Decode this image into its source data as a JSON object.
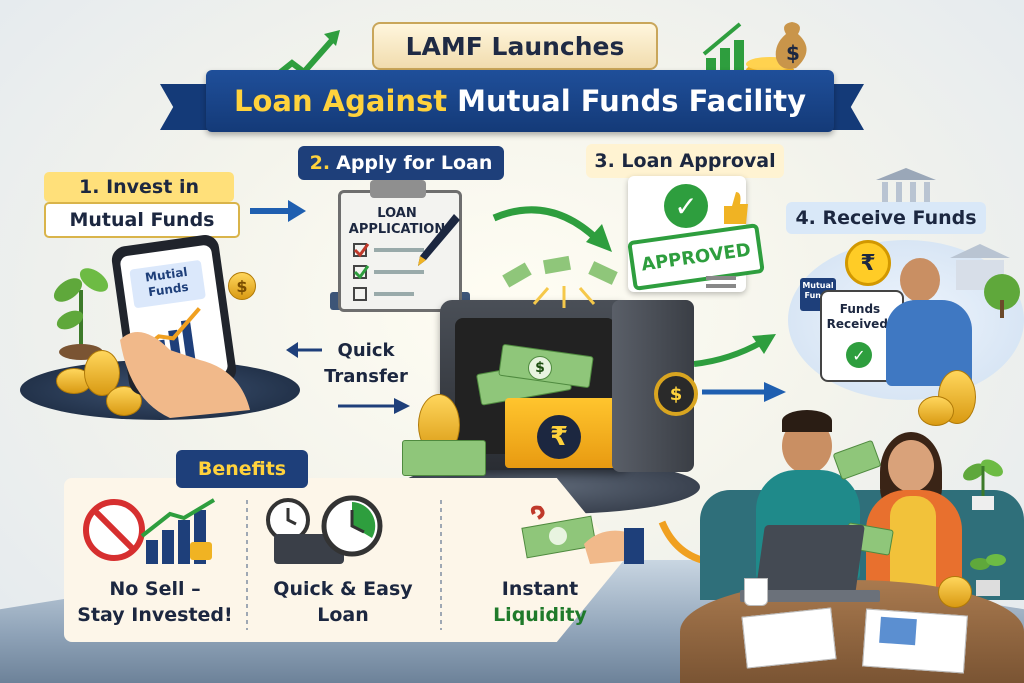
{
  "title": {
    "top_line": "LAMF Launches",
    "main_highlight": "Loan Against",
    "main_rest": "Mutual Funds Facility"
  },
  "steps": [
    {
      "label_line1": "1. Invest in",
      "label_line2": "Mutual Funds",
      "screen_text": "Mutial Funds"
    },
    {
      "label_number": "2.",
      "label": "Apply for Loan",
      "doc_text": "LOAN APPLICATION"
    },
    {
      "label": "3. Loan Approval",
      "stamp_text": "APPROVED"
    },
    {
      "label": "4. Receive Funds",
      "card_text": "Funds Received!",
      "card_mini": "Mutual Funds"
    }
  ],
  "transfer_label": "Quick Transfer",
  "symbols": {
    "rupee": "₹",
    "dollar": "$",
    "check": "✓"
  },
  "benefits": {
    "tag": "Benefits",
    "items": [
      {
        "line1": "No Sell –",
        "line2": "Stay Invested!",
        "icon": "no-sell-chart-icon"
      },
      {
        "line1": "Quick & Easy",
        "line2": "Loan",
        "icon": "clock-calculator-icon"
      },
      {
        "line1": "Instant",
        "line2": "Liquidity",
        "icon": "cash-hand-icon"
      }
    ]
  },
  "colors": {
    "navy": "#1e3f7a",
    "gold": "#ffd23c",
    "green": "#2e9e3e",
    "blue_arrow": "#1f5fb0"
  }
}
